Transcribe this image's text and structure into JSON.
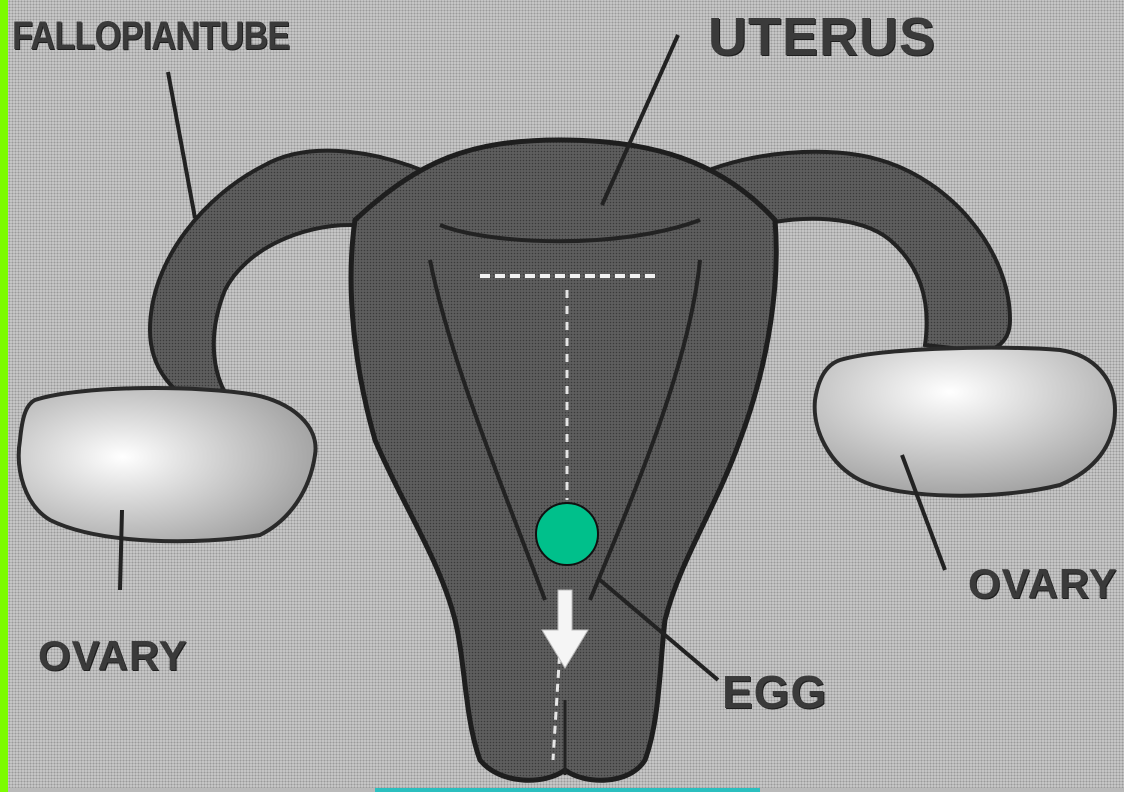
{
  "labels": {
    "fallopian_tube": "FALLOPIANTUBE",
    "uterus": "UTERUS",
    "ovary_left": "OVARY",
    "ovary_right": "OVARY",
    "egg": "EGG"
  },
  "colors": {
    "page_border": "#7cfc00",
    "organ_fill": "#5a5a5a",
    "egg_marker": "#00c08b",
    "ovary_fill": "#c8c8c8"
  }
}
